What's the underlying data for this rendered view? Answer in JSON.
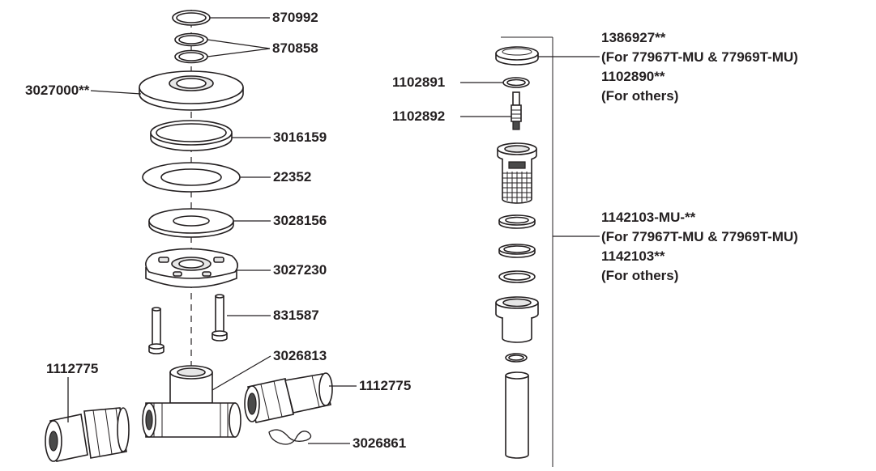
{
  "callouts": {
    "p870992": "870992",
    "p870858": "870858",
    "p3027000": "3027000**",
    "p3016159": "3016159",
    "p22352": "22352",
    "p3028156": "3028156",
    "p3027230": "3027230",
    "p831587": "831587",
    "p3026813": "3026813",
    "p1112775_left": "1112775",
    "p1112775_right": "1112775",
    "p3026861": "3026861",
    "p1102891": "1102891",
    "p1102892": "1102892",
    "p1386927": "1386927**",
    "p1386927_note": "(For 77967T-MU & 77969T-MU)",
    "p1102890": "1102890**",
    "p1102890_note": "(For others)",
    "p1142103mu": "1142103-MU-**",
    "p1142103mu_note": "(For 77967T-MU & 77969T-MU)",
    "p1142103": "1142103**",
    "p1142103_note": "(For others)"
  },
  "colors": {
    "line": "#231f20",
    "shade": "#e6e6e6",
    "dark": "#4a4a4a"
  }
}
